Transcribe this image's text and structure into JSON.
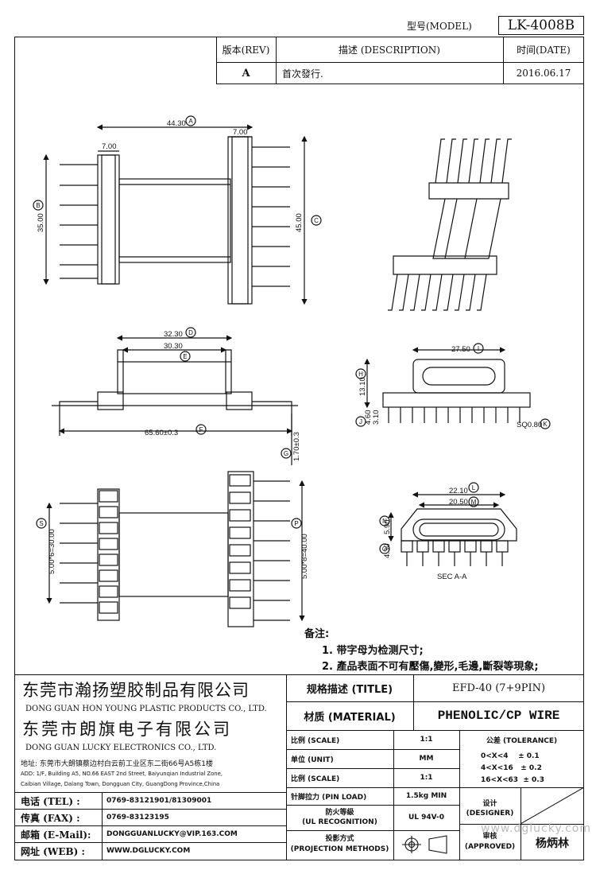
{
  "header": {
    "model_label": "型号(MODEL)",
    "model_value": "LK-4008B"
  },
  "revision": {
    "rev_label": "版本(REV)",
    "desc_label": "描述 (DESCRIPTION)",
    "date_label": "时间(DATE)",
    "rev": "A",
    "desc": "首次發行.",
    "date": "2016.06.17"
  },
  "dims": {
    "top_width": "44.30",
    "top_right": "7.00",
    "top_left": "7.00",
    "left_height": "35.00",
    "right_height": "45.00",
    "w1": "32.30",
    "w2": "30.30",
    "base": "65.60±0.3",
    "pin_h": "1.70±0.3",
    "left_pin": "5.00*6=30.00",
    "right_pin": "5.00*8=40.00",
    "side_w": "27.50",
    "side_h": "13.10",
    "side_a": "4.60",
    "side_b": "3.10",
    "sq": "SQ0.80",
    "sec_w1": "22.10",
    "sec_w2": "20.50",
    "sec_h1": "5.90",
    "sec_h2": "4.30",
    "sec_label": "SEC A-A"
  },
  "markers": [
    "A",
    "B",
    "C",
    "D",
    "E",
    "F",
    "G",
    "H",
    "I",
    "J",
    "K",
    "L",
    "M",
    "N",
    "O",
    "P",
    "S"
  ],
  "notes": {
    "title": "备注:",
    "items": [
      "1. 带字母为检测尺寸;",
      "2. 產品表面不可有壓傷,變形,毛邊,斷裂等現象;"
    ]
  },
  "company": {
    "name1_cn": "东莞市瀚扬塑胶制品有限公司",
    "name1_en": "DONG GUAN HON YOUNG PLASTIC PRODUCTS CO., LTD.",
    "name2_cn": "东莞市朗旗电子有限公司",
    "name2_en": "DONG GUAN LUCKY ELECTRONICS CO., LTD.",
    "addr_cn": "地址: 东莞市大朗镇蔡边村白云前工业区东二街66号A5栋1楼",
    "addr_en1": "ADD: 1/F, Building A5, NO.66 EAST 2nd Street, Baiyunqian Industrial Zone,",
    "addr_en2": "Caibian Village, Dalang Town, Dongguan City, GuangDong Province,China"
  },
  "contact": [
    {
      "label": "电话 (TEL) :",
      "value": "0769-83121901/81309001"
    },
    {
      "label": "传真 (FAX) :",
      "value": "0769-83123195"
    },
    {
      "label": "邮箱 (E-Mail):",
      "value": "DONGGUANLUCKY@VIP.163.COM"
    },
    {
      "label": "网址 (WEB) :",
      "value": "WWW.DGLUCKY.COM"
    }
  ],
  "spec": {
    "title_label": "规格描述 (TITLE)",
    "title_value": "EFD-40 (7+9PIN)",
    "material_label": "材质 (MATERIAL)",
    "material_value": "PHENOLIC/CP WIRE",
    "scale_label": "比例 (SCALE)",
    "scale_value": "1:1",
    "unit_label": "单位 (UNIT)",
    "unit_value": "MM",
    "scale2_label": "比例 (SCALE)",
    "scale2_value": "1:1",
    "pinload_label": "针脚拉力 (PIN LOAD)",
    "pinload_value": "1.5kg MIN",
    "fire_label1": "防火等級",
    "fire_label2": "(UL RECOGNITION)",
    "fire_value": "UL 94V-0",
    "proj_label1": "投影方式",
    "proj_label2": "(PROJECTION METHODS)",
    "tol_title": "公差 (TOLERANCE)",
    "tol": [
      "0<X<4    ± 0.1",
      "4<X<16   ± 0.2",
      "16<X<63  ± 0.3"
    ],
    "designer_label1": "设计",
    "designer_label2": "(DESIGNER)",
    "approved_label1": "审核",
    "approved_label2": "(APPROVED)",
    "approved_value": "杨炳林",
    "watermark": "www.dglucky.com"
  }
}
